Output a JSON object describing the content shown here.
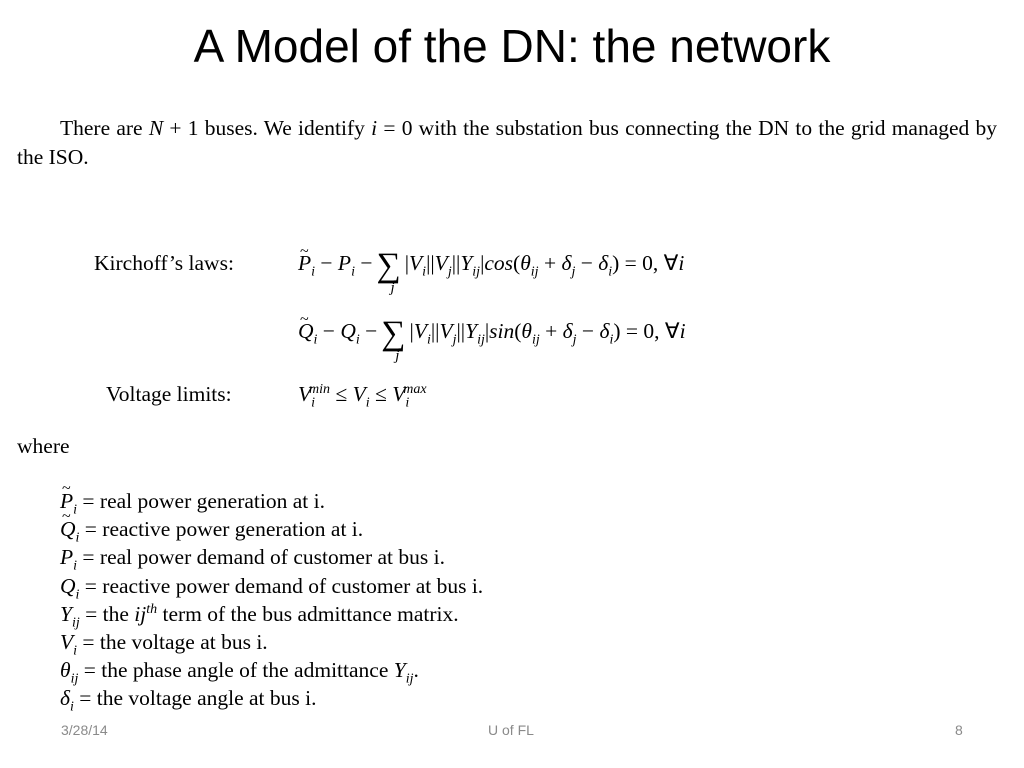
{
  "slide": {
    "title": "A Model of the DN: the network",
    "intro": "There are N + 1 buses. We identify i = 0 with the substation bus connecting the DN to the grid managed by the ISO.",
    "kirchoff_label": "Kirchoff’s laws:",
    "eq_p": "P̃i − Pi − Σj |Vi||Vj||Yij|cos(θij + δj − δi) = 0, ∀i",
    "eq_q": "Q̃i − Qi − Σj |Vi||Vj||Yij|sin(θij + δj − δi) = 0, ∀i",
    "voltage_label": "Voltage limits:",
    "eq_v": "Vi^min ≤ Vi ≤ Vi^max",
    "where": "where",
    "definitions": [
      "P̃i = real power generation at i.",
      "Q̃i = reactive power generation at i.",
      "Pi = real power demand of customer at bus i.",
      "Qi = reactive power demand of customer at bus i.",
      "Yij = the ij^th term of the bus admittance matrix.",
      "Vi = the voltage at bus i.",
      "θij = the phase angle of the admittance Yij.",
      "δi = the voltage angle at bus i."
    ]
  },
  "footer": {
    "date": "3/28/14",
    "center": "U of FL",
    "page": "8"
  },
  "colors": {
    "text": "#000000",
    "footer": "#8a8a8a",
    "background": "#ffffff"
  }
}
